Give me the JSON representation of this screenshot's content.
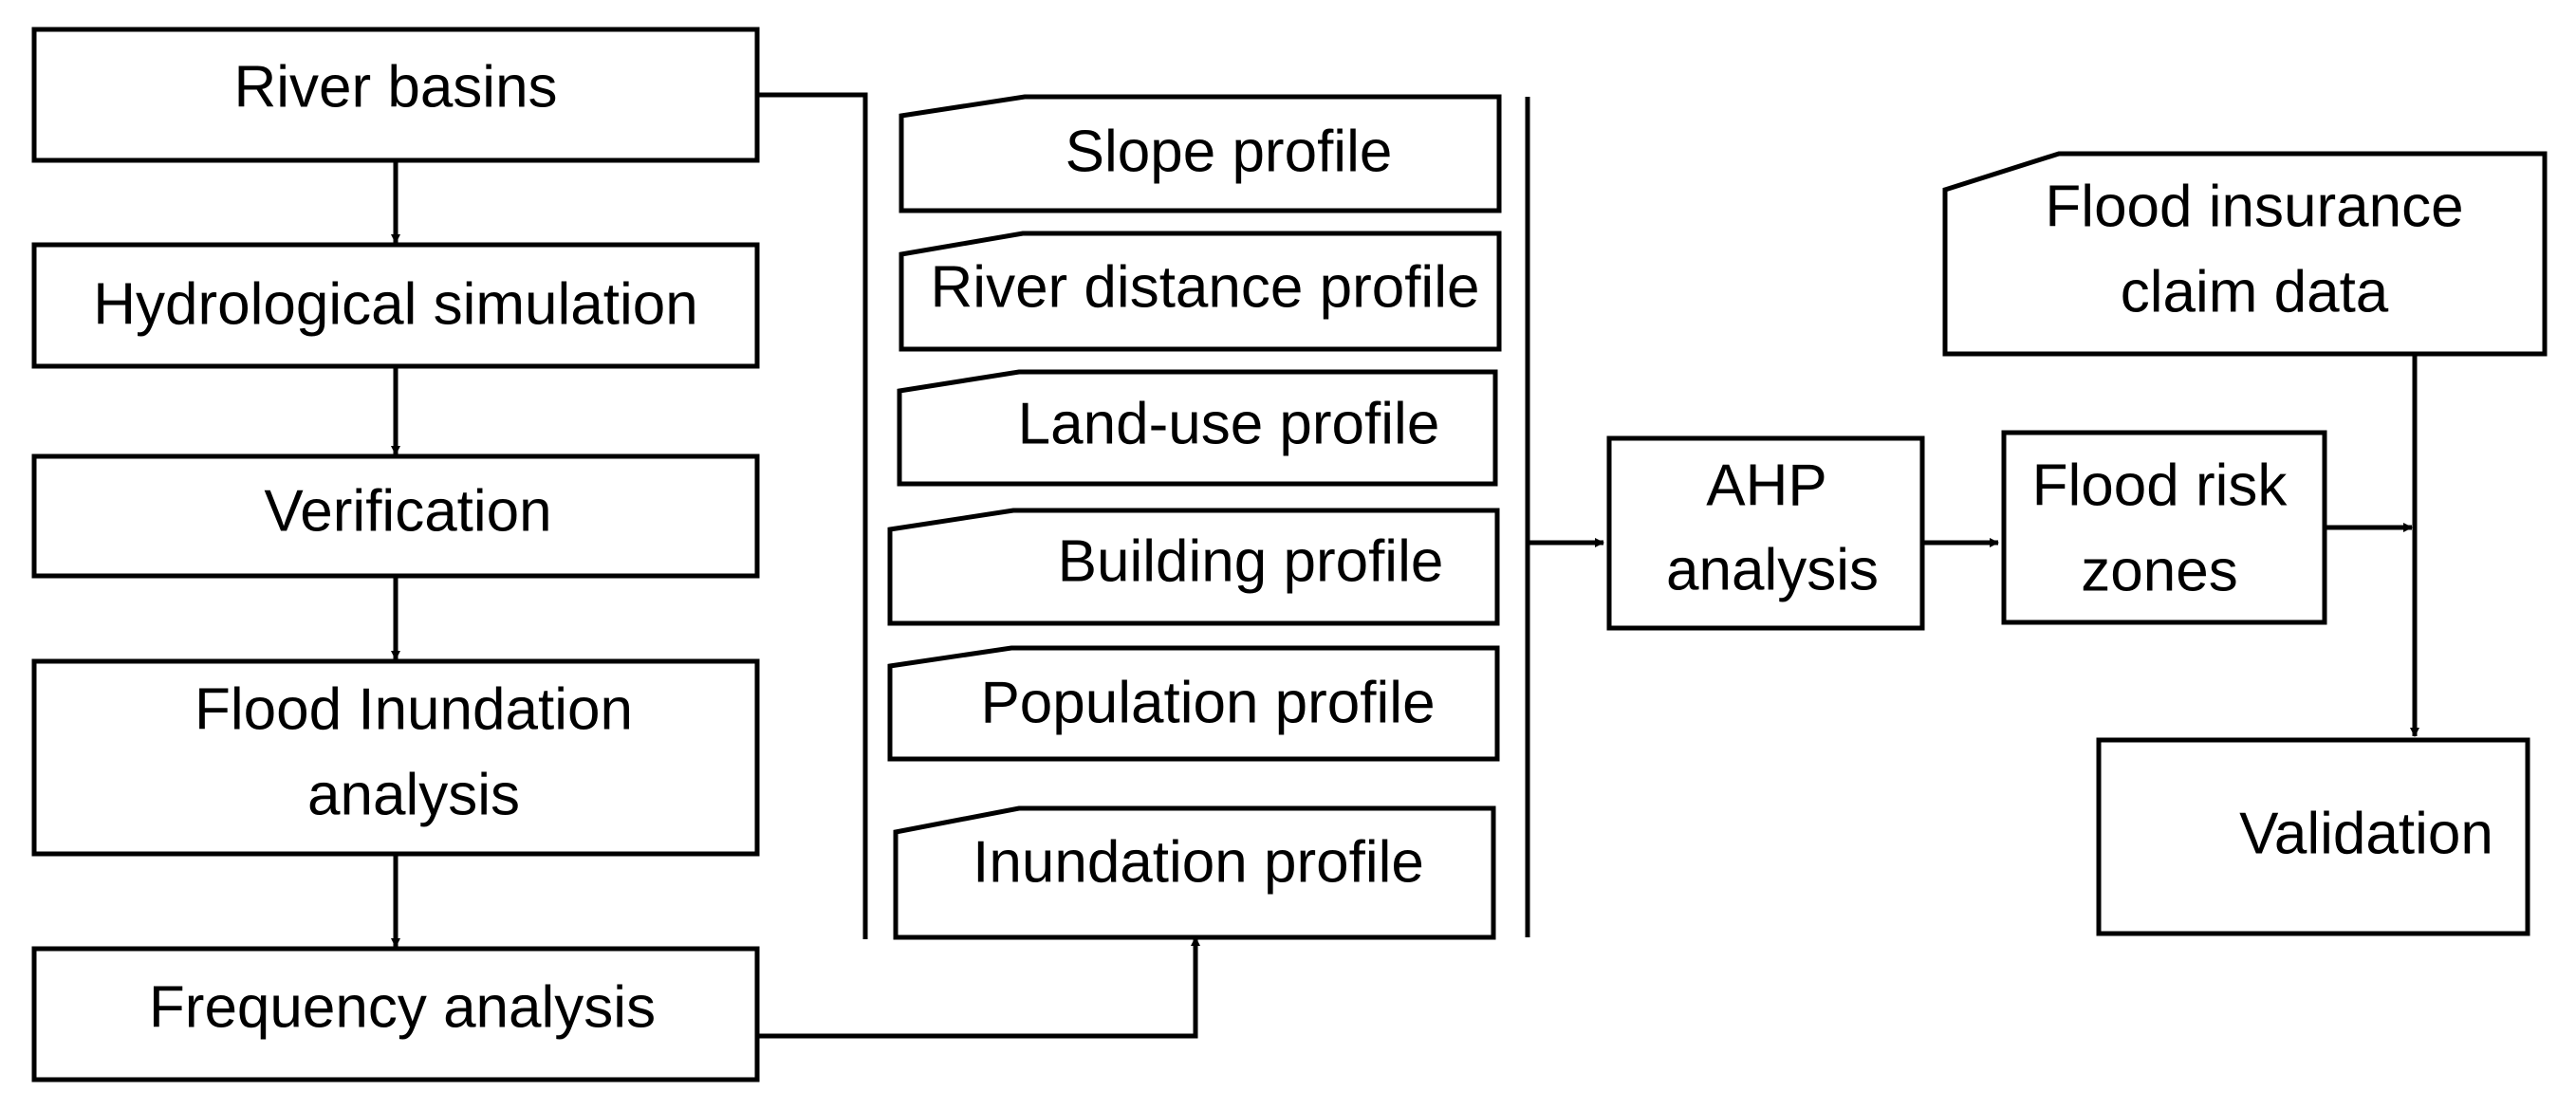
{
  "left_chain": {
    "river_basins": "River basins",
    "hydrological_simulation": "Hydrological simulation",
    "verification": "Verification",
    "flood_inundation_line1": "Flood Inundation",
    "flood_inundation_line2": "analysis",
    "frequency_analysis": "Frequency analysis"
  },
  "profiles": {
    "slope": "Slope profile",
    "river_distance": "River distance profile",
    "land_use": "Land-use profile",
    "building": "Building profile",
    "population": "Population profile",
    "inundation": "Inundation profile"
  },
  "ahp": {
    "line1": "AHP",
    "line2": "analysis"
  },
  "flood_risk": {
    "line1": "Flood risk",
    "line2": "zones"
  },
  "insurance": {
    "line1": "Flood insurance",
    "line2": "claim data"
  },
  "validation": "Validation"
}
